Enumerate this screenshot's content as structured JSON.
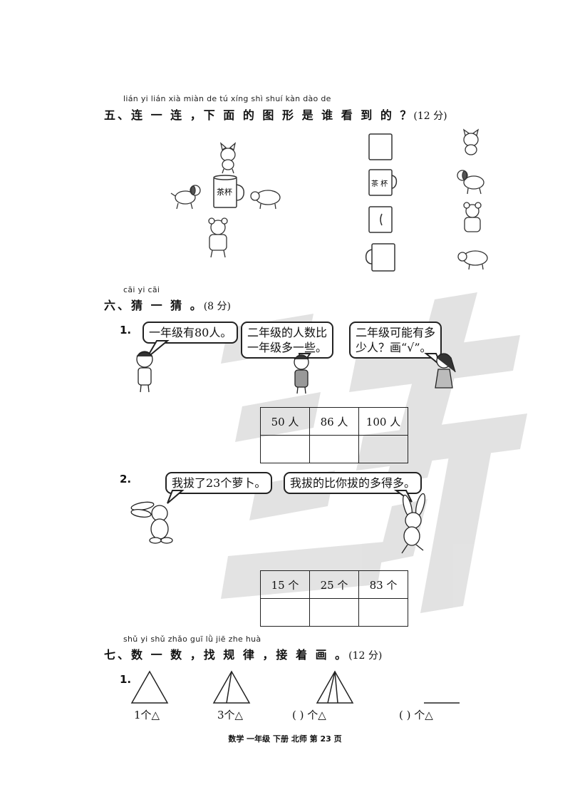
{
  "section5": {
    "pinyin": "lián yi lián  xià miàn de  tú xíng shì shuí kàn dào de",
    "title": "五、连 一 连 ，下 面 的 图 形 是 谁 看 到 的 ？",
    "score": "(12 分)",
    "cup_label": "茶杯",
    "cup_label_small": "茶 杯"
  },
  "section6": {
    "pinyin": "cāi yi cāi",
    "title": "六、猜 一 猜 。",
    "score": "(8 分)",
    "q1": {
      "number": "1.",
      "bubble1": "一年级有80人。",
      "bubble2_line1": "二年级的人数比",
      "bubble2_line2": "一年级多一些。",
      "bubble3_line1": "二年级可能有多",
      "bubble3_line2": "少人？画“√”。",
      "options": [
        "50 人",
        "86 人",
        "100 人"
      ]
    },
    "q2": {
      "number": "2.",
      "bubble1": "我拔了23个萝卜。",
      "bubble2": "我拔的比你拔的多得多。",
      "options": [
        "15 个",
        "25 个",
        "83 个"
      ]
    }
  },
  "section7": {
    "pinyin": "shǔ yi shǔ  zhǎo guī lǜ   jiē zhe huà",
    "title": "七、数 一 数 ，找 规 律 ，接 着 画 。",
    "score": "(12 分)",
    "q1": {
      "number": "1.",
      "labels": [
        "1个△",
        "3个△",
        "(      ) 个△",
        "(      ) 个△"
      ]
    }
  },
  "footer": "数学  一年级  下册  北师  第 23 页"
}
